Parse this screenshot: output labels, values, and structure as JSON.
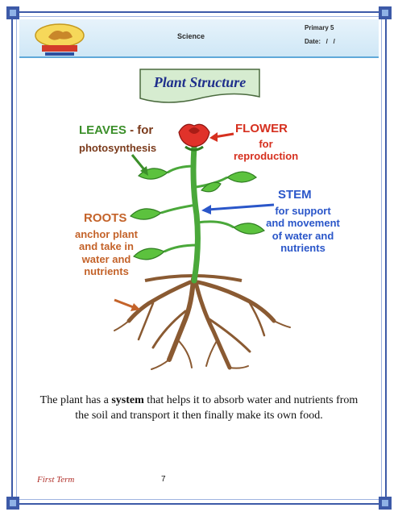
{
  "header": {
    "subject": "Science",
    "grade": "Primary 5",
    "date": "Date:   /   /"
  },
  "title": "Plant Structure",
  "diagram": {
    "leaves_label": "LEAVES",
    "leaves_suffix": " - for",
    "leaves_desc": "photosynthesis",
    "flower_label": "FLOWER",
    "flower_desc": "for\nreproduction",
    "stem_label": "STEM",
    "stem_desc": "for support\nand movement\nof water and\nnutrients",
    "roots_label": "ROOTS",
    "roots_desc": "anchor plant\nand take in\nwater and\nnutrients"
  },
  "body": {
    "before": "The plant has a ",
    "emphasis": "system",
    "after": " that helps it to absorb water and nutrients from the soil and transport it then finally make its own food."
  },
  "footer": {
    "term": "First Term",
    "page": "7"
  },
  "colors": {
    "frame": "#3d5aa8",
    "title": "#1f2f8c",
    "leaves": "#3b8f2a",
    "flower": "#d6301f",
    "stem": "#2a56c9",
    "roots": "#c4632a"
  }
}
